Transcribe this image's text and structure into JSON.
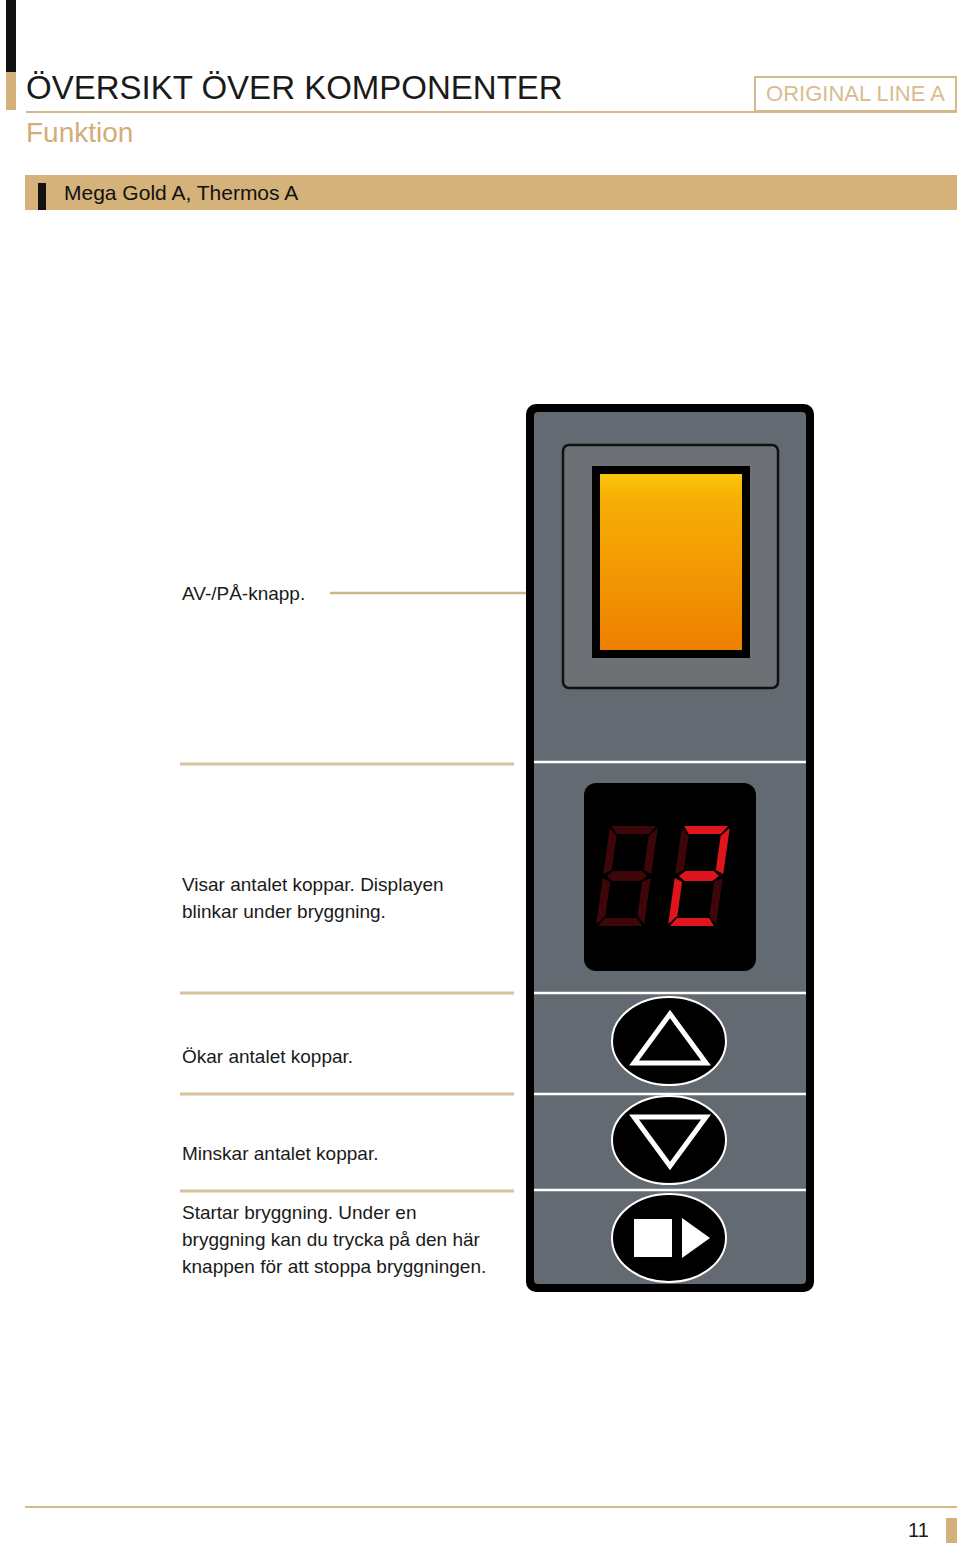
{
  "diagram": {
    "title": "ÖVERSIKT ÖVER KOMPONENTER",
    "nodes": [
      {
        "text": [
          "ORIGINAL LINE A"
        ]
      },
      {
        "text": [
          "Mega Gold A, Thermos A"
        ]
      }
    ],
    "labels": [
      "Funktion",
      "AV-/PÅ-knapp.",
      "Visar antalet koppar. Displayen blinkar under bryggning.",
      "Ökar antalet koppar.",
      "Minskar antalet koppar.",
      "Startar bryggning. Under en bryggning kan du trycka på den här knappen för att stoppa bryggningen.",
      "11"
    ]
  }
}
